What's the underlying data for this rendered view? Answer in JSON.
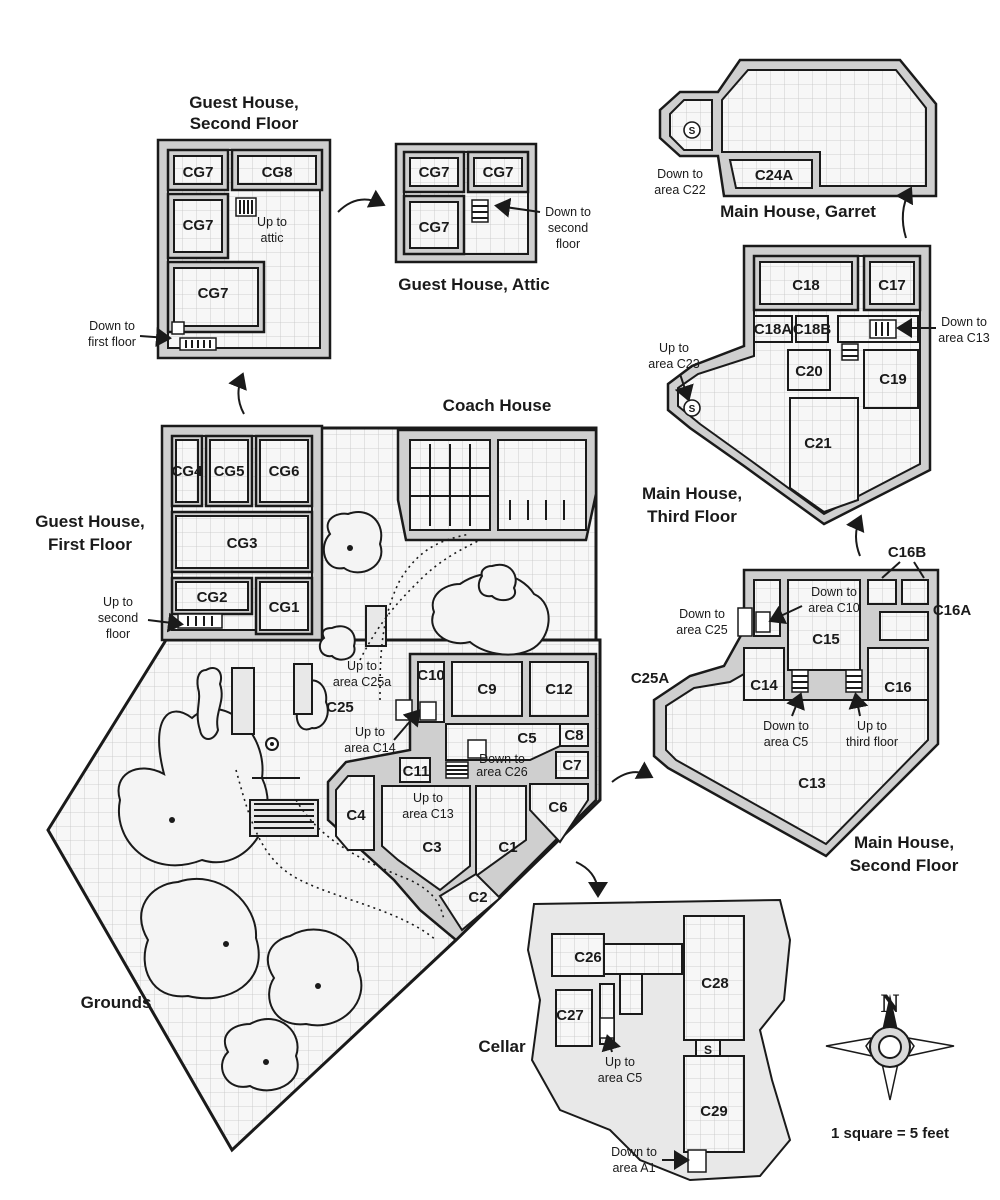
{
  "sections": {
    "guest_second": [
      "Guest House,",
      "Second Floor"
    ],
    "guest_attic": "Guest House, Attic",
    "garret": "Main House, Garret",
    "coach_house": "Coach House",
    "guest_first": [
      "Guest House,",
      "First Floor"
    ],
    "third_floor": [
      "Main House,",
      "Third Floor"
    ],
    "second_floor": [
      "Main House,",
      "Second Floor"
    ],
    "grounds": "Grounds",
    "cellar": "Cellar"
  },
  "rooms": {
    "cg7_a": "CG7",
    "cg8": "CG8",
    "cg7_b": "CG7",
    "cg7_c": "CG7",
    "attic_cg7_a": "CG7",
    "attic_cg7_b": "CG7",
    "attic_cg7_c": "CG7",
    "c24a": "C24A",
    "c18": "C18",
    "c17": "C17",
    "c18a": "C18A",
    "c18b": "C18B",
    "c20": "C20",
    "c19": "C19",
    "c21": "C21",
    "cg4": "CG4",
    "cg5": "CG5",
    "cg6": "CG6",
    "cg3": "CG3",
    "cg2": "CG2",
    "cg1": "CG1",
    "c10": "C10",
    "c9": "C9",
    "c12": "C12",
    "c5": "C5",
    "c8": "C8",
    "c7": "C7",
    "c11": "C11",
    "c4": "C4",
    "c3": "C3",
    "c1": "C1",
    "c6": "C6",
    "c2": "C2",
    "c25": "C25",
    "c16b": "C16B",
    "c15": "C15",
    "c16a": "C16A",
    "c25a": "C25A",
    "c14": "C14",
    "c16": "C16",
    "c13": "C13",
    "c26": "C26",
    "c28": "C28",
    "c27": "C27",
    "c29": "C29"
  },
  "notes": {
    "up_attic": [
      "Up to",
      "attic"
    ],
    "down_second_floor": [
      "Down to",
      "second",
      "floor"
    ],
    "down_first_floor": [
      "Down to",
      "first floor"
    ],
    "down_c22": [
      "Down to",
      "area C22"
    ],
    "down_c13_third": [
      "Down to",
      "area C13"
    ],
    "up_c23": [
      "Up to",
      "area C23"
    ],
    "up_second_floor": [
      "Up to",
      "second",
      "floor"
    ],
    "up_c25a": [
      "Up to",
      "area C25a"
    ],
    "up_c14": [
      "Up to",
      "area C14"
    ],
    "down_c26": [
      "Down to",
      "area C26"
    ],
    "up_c13": [
      "Up to",
      "area C13"
    ],
    "down_c10": [
      "Down to",
      "area C10"
    ],
    "down_c25": [
      "Down to",
      "area C25"
    ],
    "down_c5": [
      "Down to",
      "area C5"
    ],
    "up_third_floor": [
      "Up to",
      "third floor"
    ],
    "up_c5": [
      "Up to",
      "area C5"
    ],
    "down_a1": [
      "Down to",
      "area A1"
    ]
  },
  "secret_door_label": "S",
  "compass_label": "N",
  "scale_label": "1 square = 5 feet"
}
